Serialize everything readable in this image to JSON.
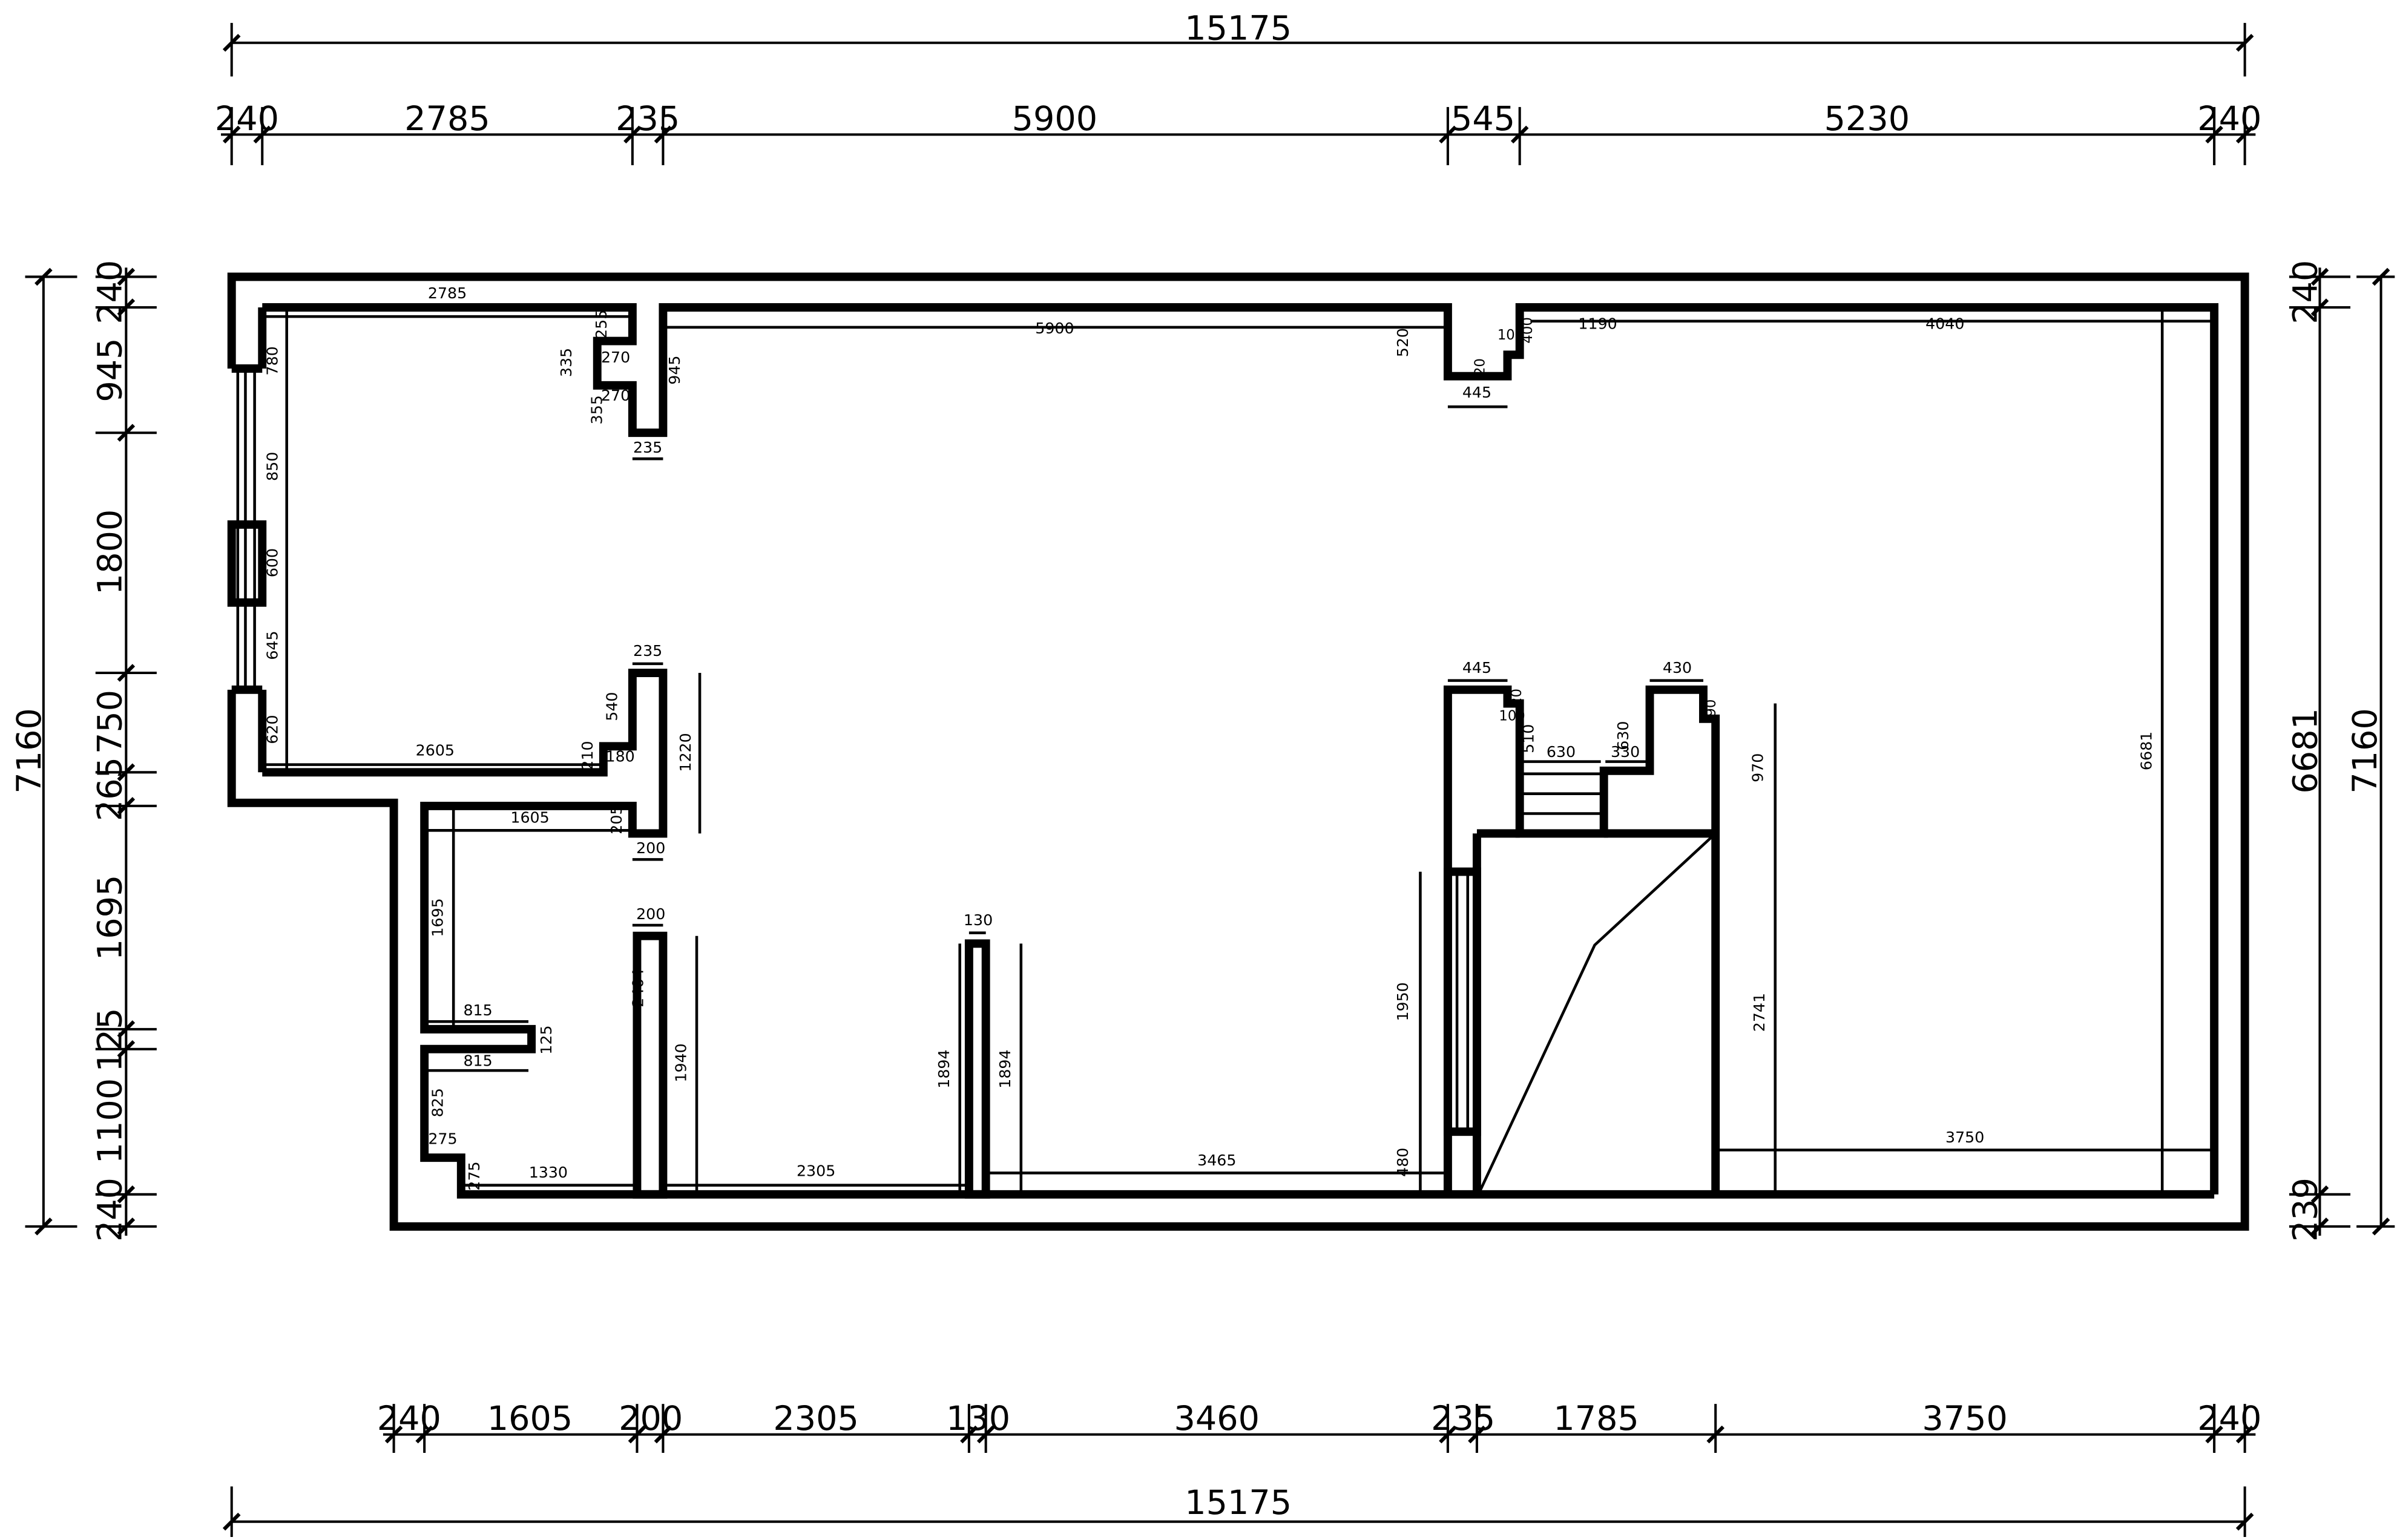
{
  "drawing": {
    "stroke_color": "#000000",
    "background": "#ffffff"
  },
  "dims": {
    "top_total": "15175",
    "top_segments": [
      "240",
      "2785",
      "235",
      "5900",
      "545",
      "5230",
      "240"
    ],
    "bottom_total": "15175",
    "bottom_segments": [
      "240",
      "1605",
      "200",
      "2305",
      "130",
      "3460",
      "235",
      "1785",
      "3750",
      "240"
    ],
    "left_total": "7160",
    "left_segments": [
      "240",
      "945",
      "1800",
      "750",
      "265",
      "1695",
      "125",
      "1100",
      "240"
    ],
    "right_total": "7160",
    "right_inner": "6681",
    "right_segments": [
      "240",
      "239"
    ]
  },
  "inner": [
    "2785",
    "255",
    "335",
    "270",
    "355",
    "270",
    "945",
    "235",
    "780",
    "850",
    "600",
    "645",
    "620",
    "2605",
    "210",
    "180",
    "540",
    "235",
    "1220",
    "205",
    "200",
    "1605",
    "1695",
    "200",
    "2404",
    "1940",
    "815",
    "125",
    "815",
    "825",
    "275",
    "275",
    "1330",
    "2305",
    "130",
    "1894",
    "1894",
    "3465",
    "5900",
    "520",
    "100",
    "400",
    "20",
    "445",
    "1190",
    "4040",
    "6681",
    "445",
    "20",
    "100",
    "510",
    "630",
    "630",
    "330",
    "430",
    "90",
    "970",
    "1950",
    "480",
    "2741",
    "3750"
  ]
}
